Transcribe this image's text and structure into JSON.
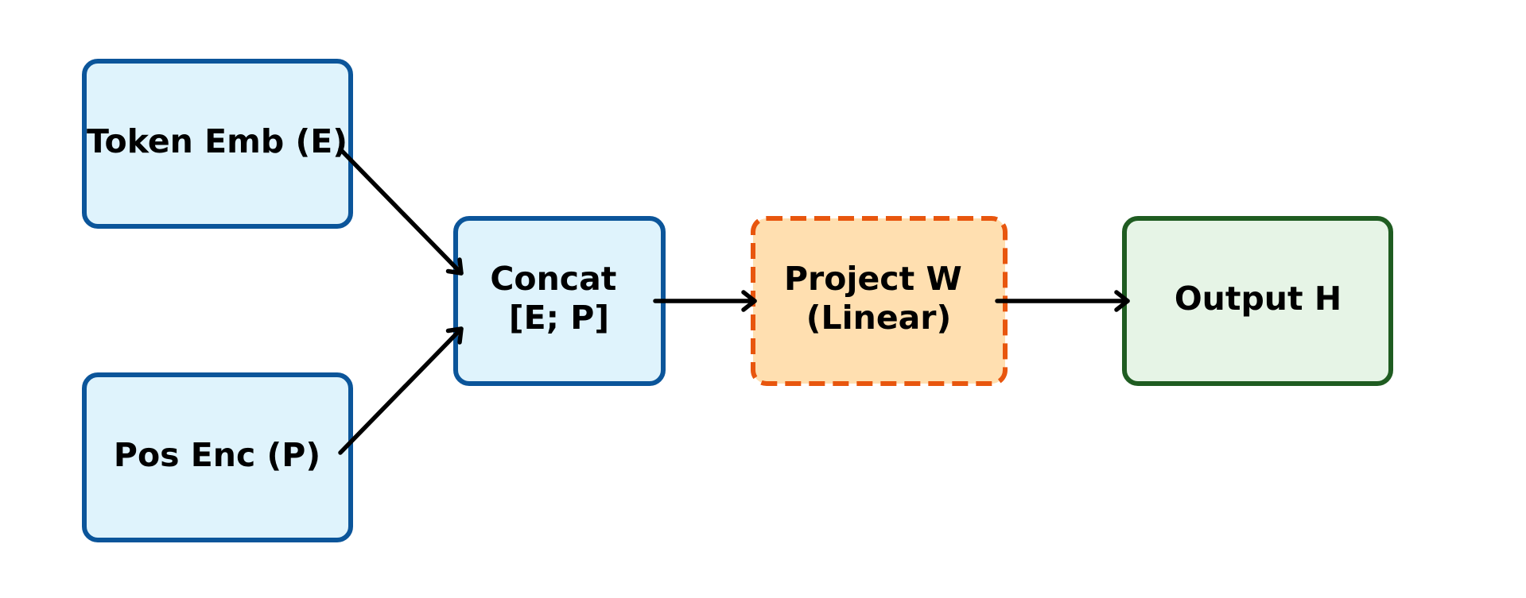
{
  "colors": {
    "input_fill": "#dff3fc",
    "input_stroke": "#0b559a",
    "project_fill": "#ffdfb0",
    "project_stroke": "#e8560e",
    "output_fill": "#e6f4e6",
    "output_stroke": "#1f5c21",
    "edge": "#000000"
  },
  "nodes": {
    "token_emb": {
      "lines": [
        "Token Emb (E)"
      ],
      "style": "solid"
    },
    "pos_enc": {
      "lines": [
        "Pos Enc (P)"
      ],
      "style": "solid"
    },
    "concat": {
      "lines": [
        "Concat",
        "[E; P]"
      ],
      "style": "solid"
    },
    "project": {
      "lines": [
        "Project W",
        "(Linear)"
      ],
      "style": "dashed"
    },
    "output": {
      "lines": [
        "Output H"
      ],
      "style": "solid"
    }
  },
  "edges": [
    {
      "from": "token_emb",
      "to": "concat"
    },
    {
      "from": "pos_enc",
      "to": "concat"
    },
    {
      "from": "concat",
      "to": "project"
    },
    {
      "from": "project",
      "to": "output"
    }
  ]
}
